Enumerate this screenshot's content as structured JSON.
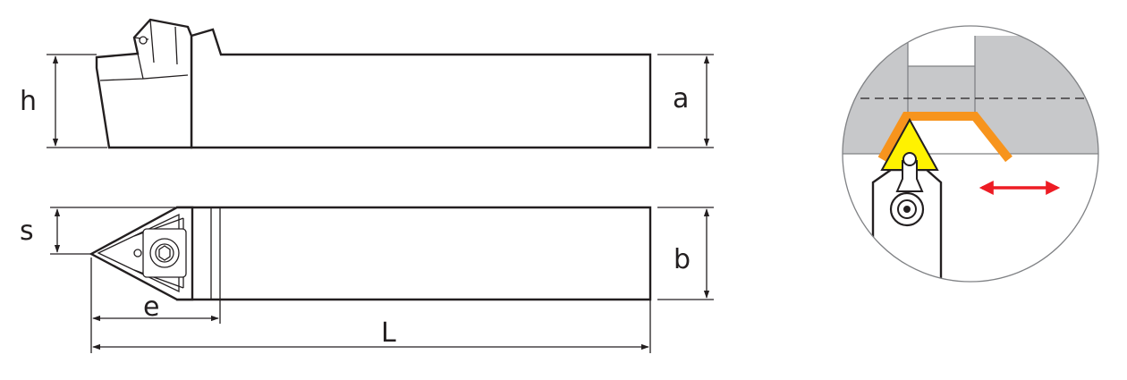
{
  "diagram": {
    "labels": {
      "h": "h",
      "a": "a",
      "s": "s",
      "b": "b",
      "e": "e",
      "L": "L"
    },
    "colors": {
      "outline": "#231f20",
      "insert": "#fff200",
      "chip_path": "#f7941d",
      "motion_arrow": "#ed1c24",
      "workpiece": "#c7c8ca",
      "detail_circle": "#808285"
    }
  }
}
